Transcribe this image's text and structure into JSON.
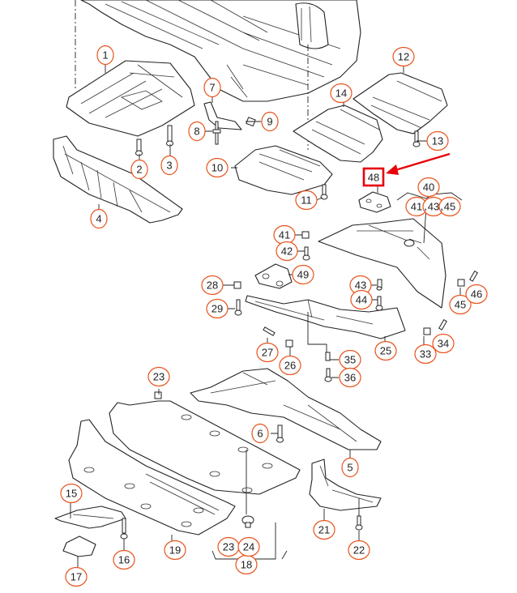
{
  "diagram": {
    "title": "Underbody protection / noise insulation parts diagram",
    "highlight": {
      "label": "48",
      "color": "#e8000b"
    },
    "callout_color": "#e8531d",
    "callouts": [
      {
        "id": "c1",
        "label": "1"
      },
      {
        "id": "c2",
        "label": "2"
      },
      {
        "id": "c3",
        "label": "3"
      },
      {
        "id": "c4",
        "label": "4"
      },
      {
        "id": "c5",
        "label": "5"
      },
      {
        "id": "c6",
        "label": "6"
      },
      {
        "id": "c7",
        "label": "7"
      },
      {
        "id": "c8",
        "label": "8"
      },
      {
        "id": "c9",
        "label": "9"
      },
      {
        "id": "c10",
        "label": "10"
      },
      {
        "id": "c11",
        "label": "11"
      },
      {
        "id": "c12",
        "label": "12"
      },
      {
        "id": "c13",
        "label": "13"
      },
      {
        "id": "c14",
        "label": "14"
      },
      {
        "id": "c15",
        "label": "15"
      },
      {
        "id": "c16",
        "label": "16"
      },
      {
        "id": "c17",
        "label": "17"
      },
      {
        "id": "c18",
        "label": "18"
      },
      {
        "id": "c19",
        "label": "19"
      },
      {
        "id": "c21",
        "label": "21"
      },
      {
        "id": "c22",
        "label": "22"
      },
      {
        "id": "c23a",
        "label": "23"
      },
      {
        "id": "c23b",
        "label": "23"
      },
      {
        "id": "c24",
        "label": "24"
      },
      {
        "id": "c25",
        "label": "25"
      },
      {
        "id": "c26",
        "label": "26"
      },
      {
        "id": "c27",
        "label": "27"
      },
      {
        "id": "c28",
        "label": "28"
      },
      {
        "id": "c29",
        "label": "29"
      },
      {
        "id": "c33",
        "label": "33"
      },
      {
        "id": "c34",
        "label": "34"
      },
      {
        "id": "c35",
        "label": "35"
      },
      {
        "id": "c36",
        "label": "36"
      },
      {
        "id": "c40",
        "label": "40"
      },
      {
        "id": "c41a",
        "label": "41"
      },
      {
        "id": "c41b",
        "label": "41"
      },
      {
        "id": "c42",
        "label": "42"
      },
      {
        "id": "c43a",
        "label": "43"
      },
      {
        "id": "c43b",
        "label": "43"
      },
      {
        "id": "c44",
        "label": "44"
      },
      {
        "id": "c45a",
        "label": "45"
      },
      {
        "id": "c45b",
        "label": "45"
      },
      {
        "id": "c46",
        "label": "46"
      },
      {
        "id": "c49",
        "label": "49"
      }
    ],
    "group_separators": {
      "g40": ",",
      "g40b": ","
    }
  }
}
